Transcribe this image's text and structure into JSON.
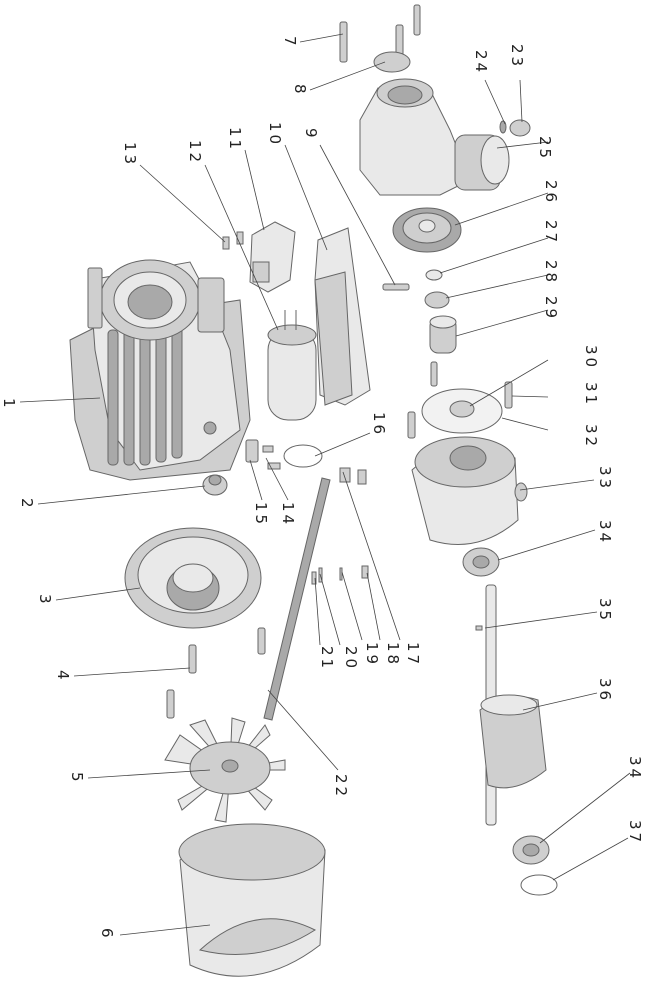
{
  "diagram": {
    "parts": [
      {
        "id": "p1",
        "number": "1"
      },
      {
        "id": "p2",
        "number": "2"
      },
      {
        "id": "p3",
        "number": "3"
      },
      {
        "id": "p4",
        "number": "4"
      },
      {
        "id": "p5",
        "number": "5"
      },
      {
        "id": "p6",
        "number": "6"
      },
      {
        "id": "p7",
        "number": "7"
      },
      {
        "id": "p8",
        "number": "8"
      },
      {
        "id": "p9",
        "number": "9"
      },
      {
        "id": "p10",
        "number": "10"
      },
      {
        "id": "p11",
        "number": "11"
      },
      {
        "id": "p12",
        "number": "12"
      },
      {
        "id": "p13",
        "number": "13"
      },
      {
        "id": "p14",
        "number": "14"
      },
      {
        "id": "p15",
        "number": "15"
      },
      {
        "id": "p16",
        "number": "16"
      },
      {
        "id": "p17",
        "number": "17"
      },
      {
        "id": "p18",
        "number": "18"
      },
      {
        "id": "p19",
        "number": "19"
      },
      {
        "id": "p20",
        "number": "20"
      },
      {
        "id": "p21",
        "number": "21"
      },
      {
        "id": "p22",
        "number": "22"
      },
      {
        "id": "p23",
        "number": "23"
      },
      {
        "id": "p24",
        "number": "24"
      },
      {
        "id": "p25",
        "number": "25"
      },
      {
        "id": "p26",
        "number": "26"
      },
      {
        "id": "p27",
        "number": "27"
      },
      {
        "id": "p28",
        "number": "28"
      },
      {
        "id": "p29",
        "number": "29"
      },
      {
        "id": "p30",
        "number": "30"
      },
      {
        "id": "p31",
        "number": "31"
      },
      {
        "id": "p32",
        "number": "32"
      },
      {
        "id": "p33",
        "number": "33"
      },
      {
        "id": "p34a",
        "number": "34"
      },
      {
        "id": "p35",
        "number": "35"
      },
      {
        "id": "p36",
        "number": "36"
      },
      {
        "id": "p34b",
        "number": "34"
      },
      {
        "id": "p37",
        "number": "37"
      }
    ]
  }
}
